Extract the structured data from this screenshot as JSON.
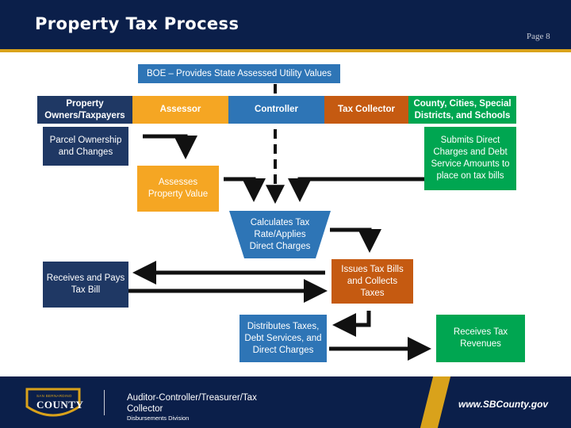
{
  "header": {
    "title": "Property Tax Process",
    "page_label": "Page 8"
  },
  "boe": {
    "label": "BOE – Provides State Assessed Utility Values"
  },
  "columns": [
    {
      "label": "Property Owners/Taxpayers"
    },
    {
      "label": "Assessor"
    },
    {
      "label": "Controller"
    },
    {
      "label": "Tax Collector"
    },
    {
      "label": "County, Cities, Special Districts, and Schools"
    }
  ],
  "steps": {
    "parcel": "Parcel Ownership and Changes",
    "assesses": "Assesses Property Value",
    "calculates": "Calculates Tax Rate/Applies Direct Charges",
    "submits": "Submits Direct Charges and Debt Service Amounts to place on tax bills",
    "issues": "Issues Tax Bills and Collects Taxes",
    "receives_pays": "Receives and Pays Tax Bill",
    "distributes": "Distributes Taxes, Debt Services, and Direct Charges",
    "receives_revenues": "Receives Tax Revenues"
  },
  "footer": {
    "department": "Auditor-Controller/Treasurer/Tax Collector",
    "division": "Disbursements Division",
    "url": "www.SBCounty.gov",
    "logo_text": "COUNTY",
    "logo_small": "SAN BERNARDINO"
  },
  "colors": {
    "navy": "#1f3864",
    "orange": "#f5a623",
    "blue": "#2e75b6",
    "red": "#c55a11",
    "green": "#00a651",
    "gold": "#d9a21b",
    "title_bar": "#0b1f4a"
  }
}
